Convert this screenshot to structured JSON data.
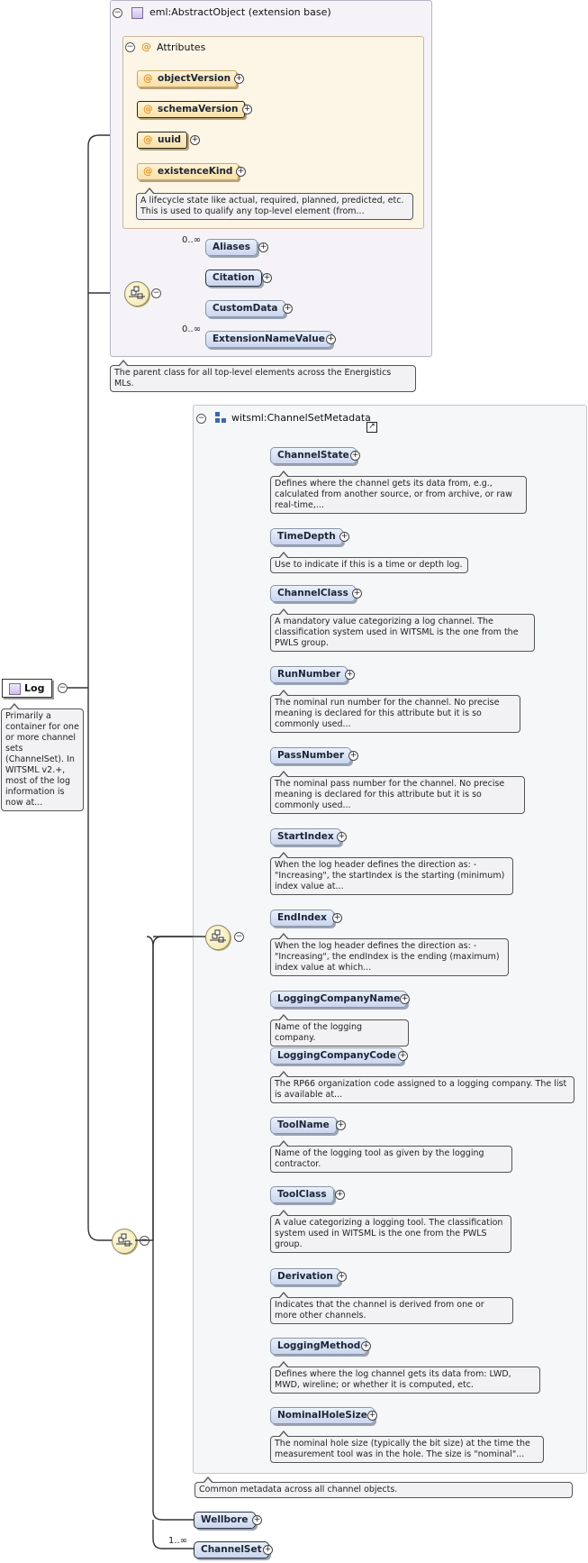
{
  "root": {
    "label": "Log",
    "note": "Primarily a container for one or more channel sets (ChannelSet). In WITSML v2.+, most of the log information is now at..."
  },
  "base_group": {
    "title": "eml:AbstractObject (extension base)",
    "attributes_title": "Attributes",
    "attributes": [
      "objectVersion",
      "schemaVersion",
      "uuid",
      "existenceKind"
    ],
    "existence_note": "A lifecycle state like actual, required, planned, predicted, etc. This is used to qualify any top-level element (from...",
    "elements": [
      {
        "label": "Aliases",
        "mult": "0..∞"
      },
      {
        "label": "Citation",
        "mult": ""
      },
      {
        "label": "CustomData",
        "mult": ""
      },
      {
        "label": "ExtensionNameValue",
        "mult": "0..∞"
      }
    ],
    "note": "The parent class for all top-level elements across the Energistics MLs."
  },
  "meta_group": {
    "title": "witsml:ChannelSetMetadata",
    "elements": [
      {
        "label": "ChannelState",
        "note": "Defines where the channel gets its data from, e.g., calculated from another source, or from archive, or raw real-time,..."
      },
      {
        "label": "TimeDepth",
        "note": "Use to indicate if this is a time or depth log."
      },
      {
        "label": "ChannelClass",
        "note": "A mandatory value categorizing a log channel. The classification system used in WITSML is the one from the PWLS group."
      },
      {
        "label": "RunNumber",
        "note": "The nominal run number for the channel. No precise meaning is declared for this attribute but it is so commonly used..."
      },
      {
        "label": "PassNumber",
        "note": "The nominal pass number for the channel. No precise meaning is declared for this attribute but it is so commonly used..."
      },
      {
        "label": "StartIndex",
        "note": "When the log header defines the direction as: - \"Increasing\", the startIndex is the starting (minimum) index value at..."
      },
      {
        "label": "EndIndex",
        "note": "When the log header defines the direction as: - \"Increasing\", the endIndex is the ending (maximum) index value at which..."
      },
      {
        "label": "LoggingCompanyName",
        "note": "Name of the logging company."
      },
      {
        "label": "LoggingCompanyCode",
        "note": "The RP66 organization code assigned to a logging company. The list is available at..."
      },
      {
        "label": "ToolName",
        "note": "Name of the logging tool as given by the logging contractor."
      },
      {
        "label": "ToolClass",
        "note": "A value categorizing a logging tool. The classification system used in WITSML is the one from the PWLS group."
      },
      {
        "label": "Derivation",
        "note": "Indicates that the channel is derived from one or more other channels."
      },
      {
        "label": "LoggingMethod",
        "note": "Defines where the log channel gets its data from: LWD, MWD, wireline; or whether it is computed, etc."
      },
      {
        "label": "NominalHoleSize",
        "note": "The nominal hole size (typically the bit size) at the time the measurement tool was in the hole. The size is \"nominal\"..."
      }
    ],
    "note": "Common metadata across all channel objects."
  },
  "tail_elements": [
    {
      "label": "Wellbore",
      "mult": ""
    },
    {
      "label": "ChannelSet",
      "mult": "1..∞"
    }
  ],
  "toggle_minus": "−",
  "toggle_plus": "+"
}
